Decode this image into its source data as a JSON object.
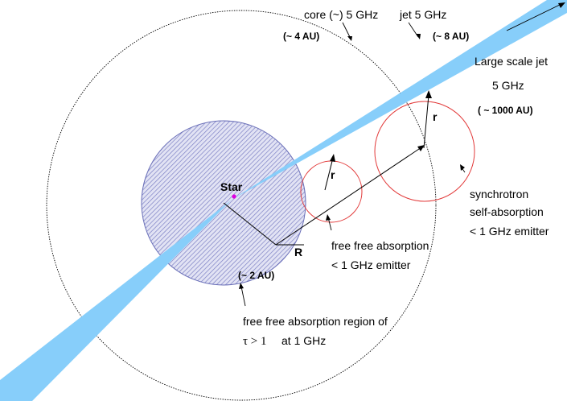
{
  "labels": {
    "core": "core (~)  5 GHz",
    "core_size": "(~ 4 AU)",
    "jet": "jet  5 GHz",
    "jet_size": "(~ 8 AU)",
    "large_jet": "Large scale jet",
    "large_jet_freq": "5 GHz",
    "large_jet_size": "( ~ 1000 AU)",
    "star": "Star",
    "r_small": "r",
    "r_large": "r",
    "R": "R",
    "synch_line1": "synchrotron",
    "synch_line2": "self-absorption",
    "synch_line3": "< 1 GHz emitter",
    "ff_line1": "free free absorption",
    "ff_line2": "< 1 GHz emitter",
    "inner_size": "(~ 2 AU)",
    "region_line1": "free free absorption region of",
    "region_tau": "τ > 1",
    "region_line2": "at 1 GHz"
  },
  "colors": {
    "jet": "#87CEFA",
    "hatch": "#7b7fc4",
    "hatch_bg": "#e2e3f4",
    "blob": "#e23a3a",
    "star": "#e000e0",
    "line": "#000000"
  }
}
